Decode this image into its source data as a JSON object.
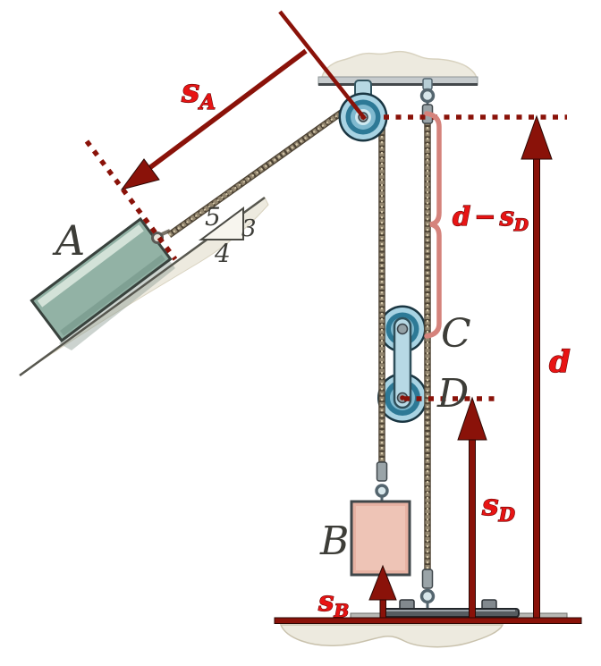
{
  "figure_title": "inclined-block-and-pulley-system-kinematics-diagram",
  "labels": {
    "block_a": "A",
    "block_b": "B",
    "pulley_c": "C",
    "pulley_d": "D",
    "slope_triangle": {
      "hypotenuse": "5",
      "rise": "3",
      "run": "4"
    },
    "dim_sA": {
      "base": "s",
      "sub": "A"
    },
    "dim_sB": {
      "base": "s",
      "sub": "B"
    },
    "dim_sD": {
      "base": "s",
      "sub": "D"
    },
    "dim_d": "d",
    "dim_d_minus_sD": {
      "term1": "d",
      "operator": "−",
      "term2": "s",
      "sub": "D"
    }
  },
  "colors": {
    "dimension_red": "#8a1209",
    "label_red": "#e81414",
    "label_red_outline": "#6d0202",
    "label_gray": "#3d3d38",
    "brace_pink": "#d5837c",
    "block_a_fill": "#92b2a5",
    "block_b_fill": "#e7b2a3",
    "pulley_light_blue": "#a8d3e3",
    "pulley_teal": "#2d7996",
    "rope_brown": "#93866f",
    "surface_cream": "#edeadf"
  }
}
